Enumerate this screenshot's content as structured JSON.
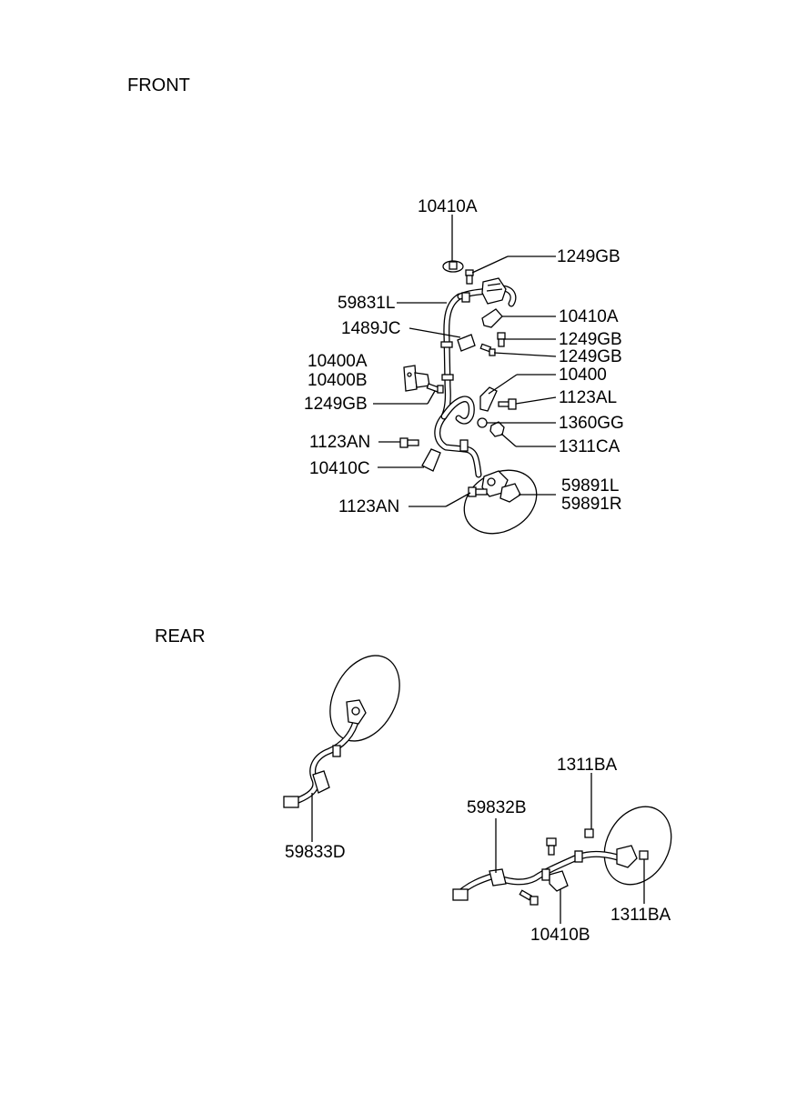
{
  "sections": {
    "front": "FRONT",
    "rear": "REAR"
  },
  "front_labels": {
    "p10410A_top": "10410A",
    "p1249GB_a": "1249GB",
    "p59831L": "59831L",
    "p10410A_mid": "10410A",
    "p1489JC": "1489JC",
    "p1249GB_b": "1249GB",
    "p1249GB_c": "1249GB",
    "p10400A": "10400A",
    "p10400B": "10400B",
    "p10400": "10400",
    "p1249GB_d": "1249GB",
    "p1123AL": "1123AL",
    "p1360GG": "1360GG",
    "p1123AN_a": "1123AN",
    "p1311CA": "1311CA",
    "p10410C": "10410C",
    "p59891L": "59891L",
    "p59891R": "59891R",
    "p1123AN_b": "1123AN"
  },
  "rear_labels": {
    "p59833D": "59833D",
    "p1311BA_top": "1311BA",
    "p59832B": "59832B",
    "p1311BA_bottom": "1311BA",
    "p10410B": "10410B"
  }
}
